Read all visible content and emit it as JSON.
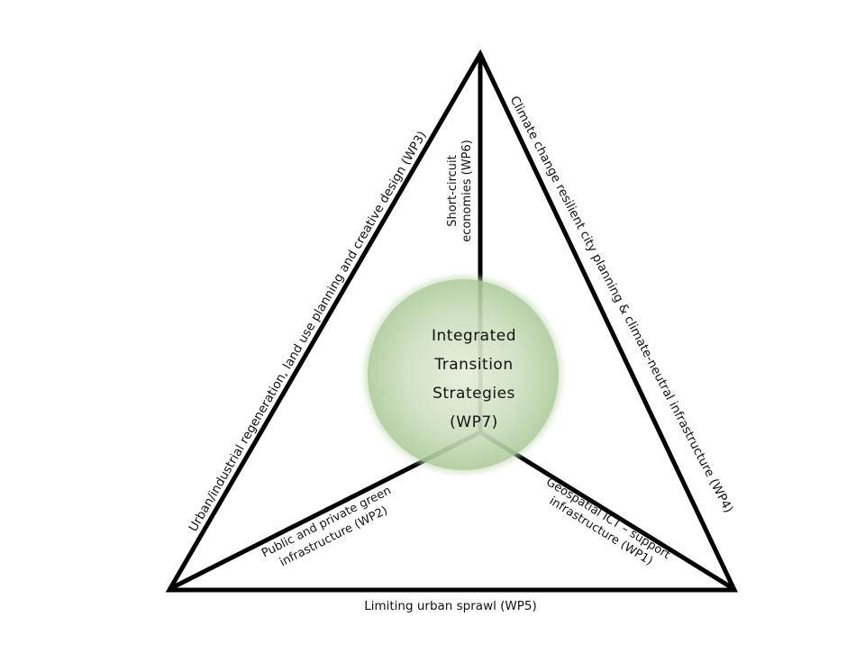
{
  "colors": {
    "stroke": "#000000",
    "text": "#111111",
    "circle_fill_inner": "#e4eedb",
    "circle_fill_outer": "#a9c896"
  },
  "center": {
    "lines": [
      "Integrated",
      "Transition",
      "Strategies",
      "(WP7)"
    ]
  },
  "edges": {
    "left": "Urban/industrial regeneration, land use planning and creative design (WP3)",
    "right": "Climate change resilient city planning & climate-neutral infrastructure (WP4)",
    "bottom": "Limiting urban sprawl (WP5)"
  },
  "spokes": {
    "top": [
      "Short-circuit",
      "economies (WP6)"
    ],
    "left": [
      "Public and private green",
      "infrastructure (WP2)"
    ],
    "right": [
      "Geospatial ICT – support",
      "infrastructure (WP1)"
    ]
  }
}
